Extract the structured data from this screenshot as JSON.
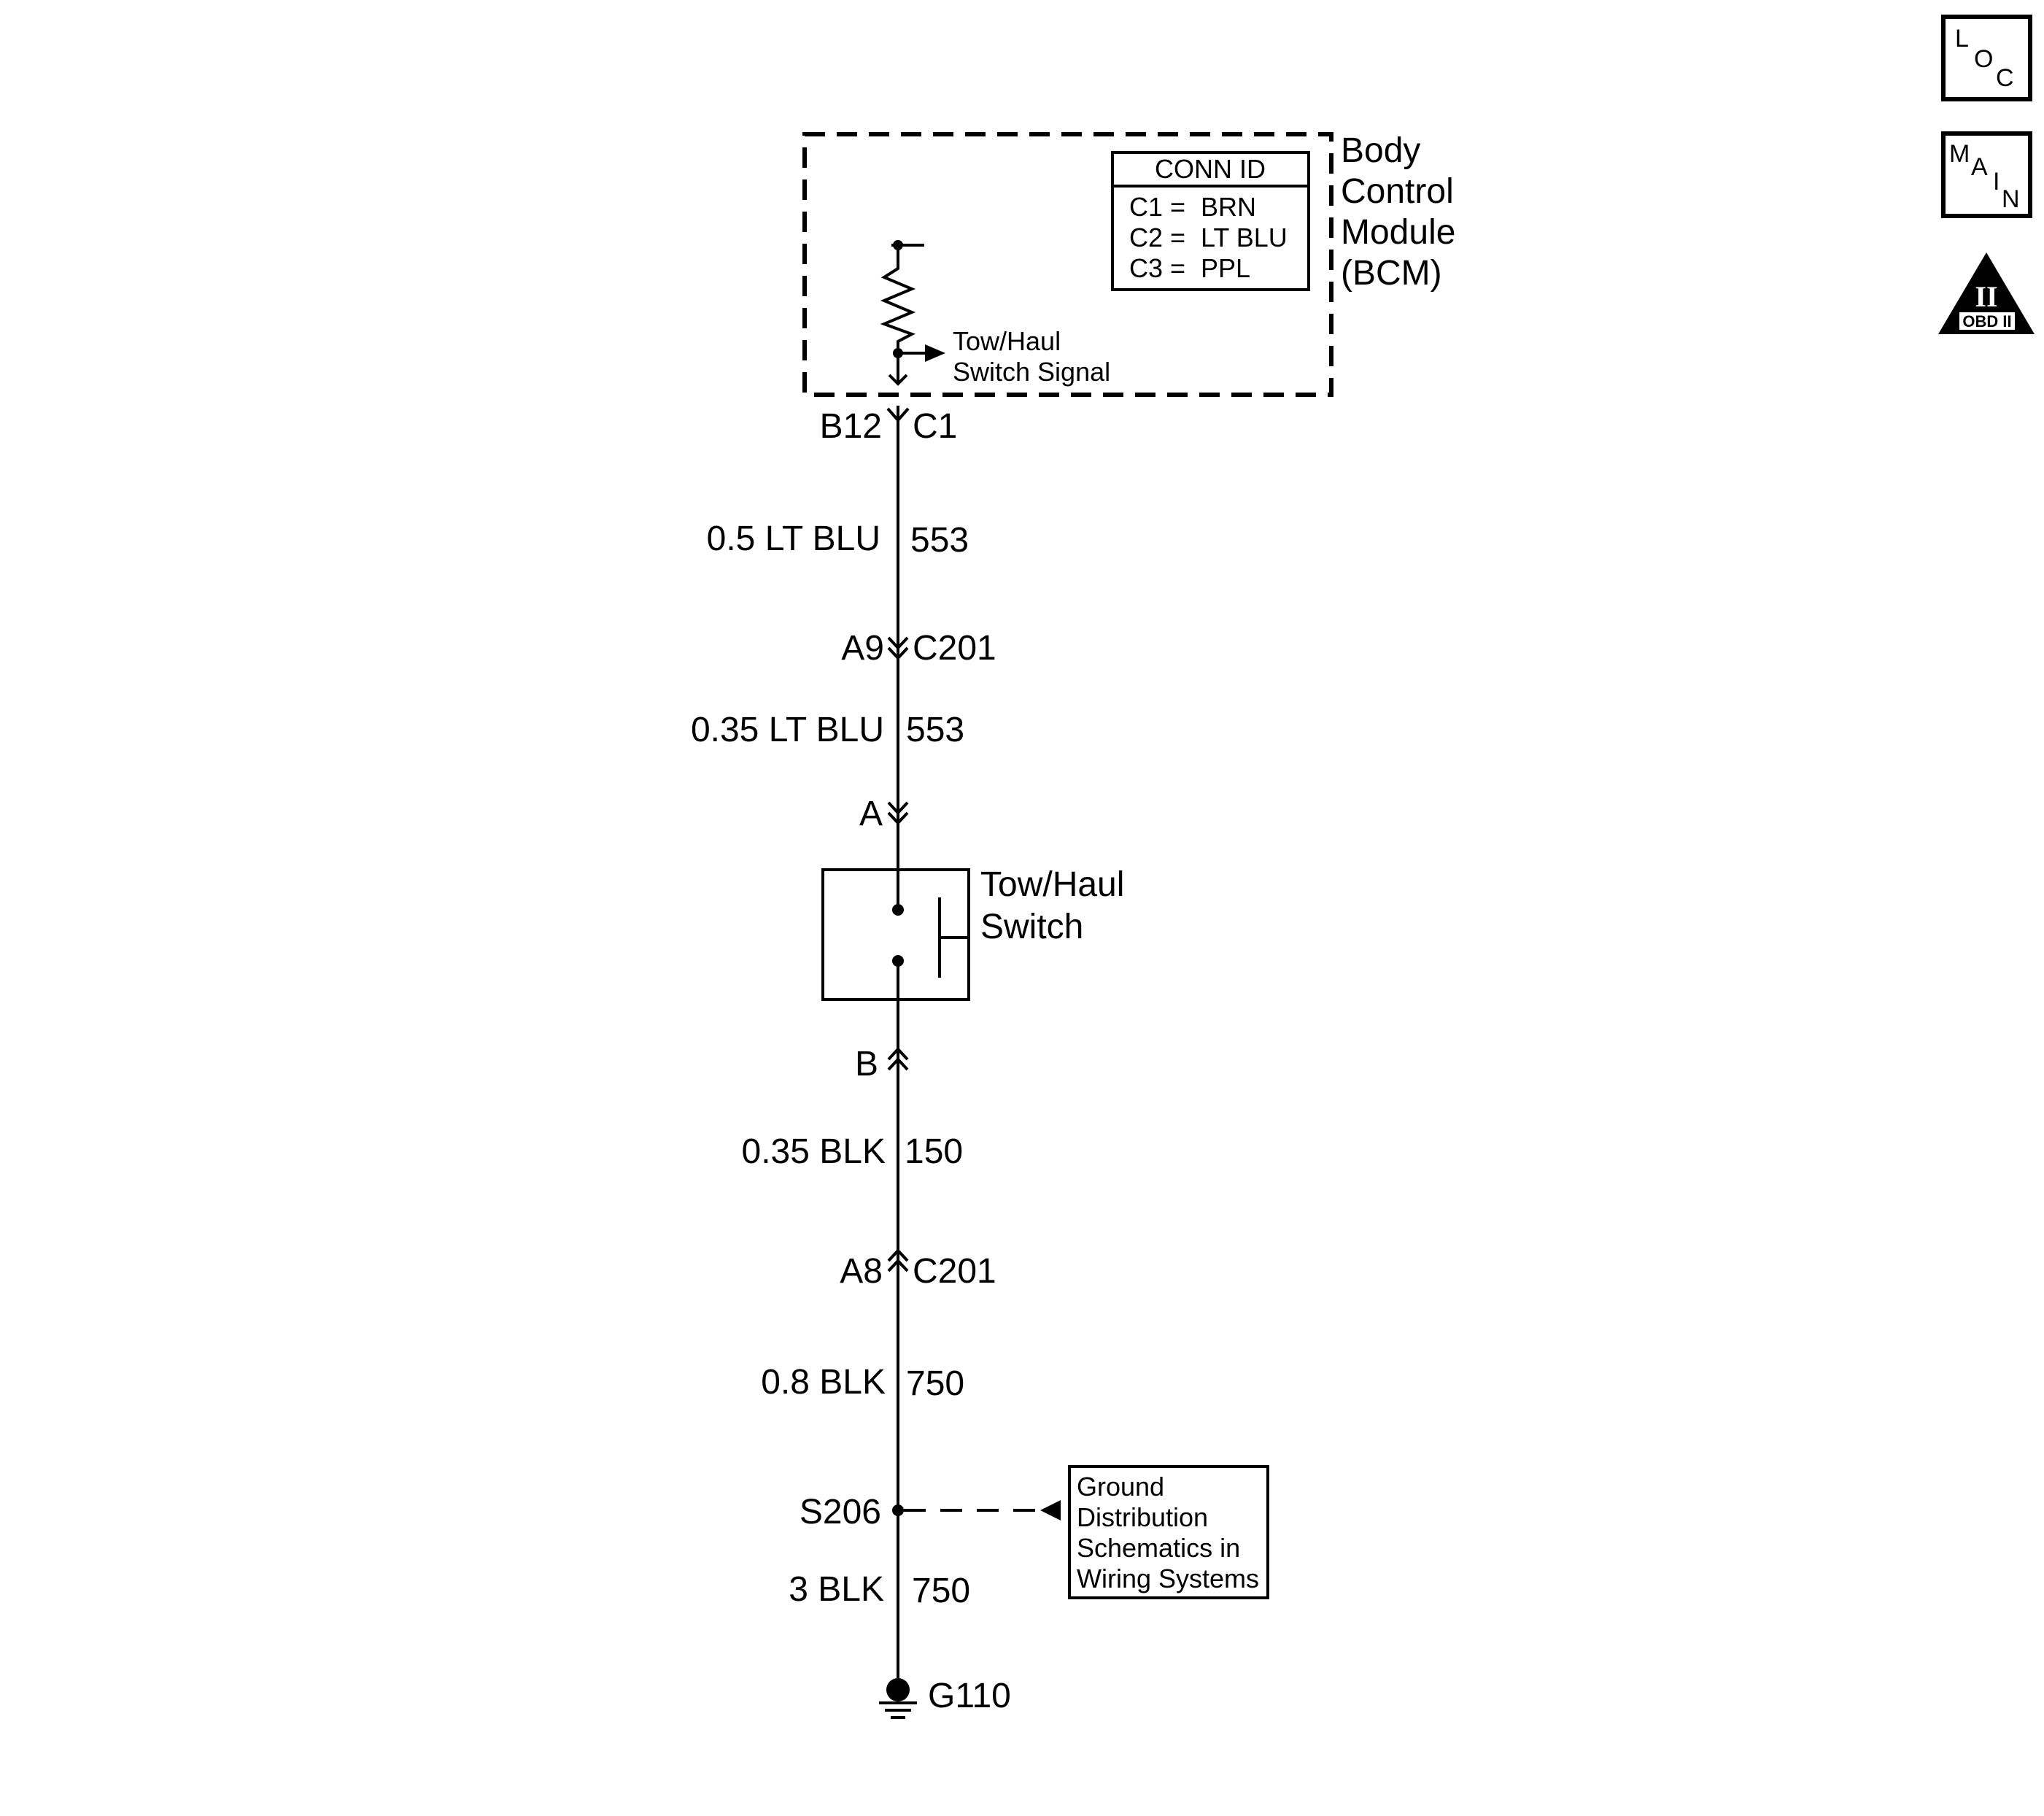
{
  "module": {
    "name_lines": [
      "Body",
      "Control",
      "Module",
      "(BCM)"
    ],
    "signal_lines": [
      "Tow/Haul",
      "Switch Signal"
    ],
    "conn_id": {
      "header": "CONN ID",
      "rows": [
        {
          "pin": "C1",
          "eq": "=",
          "color": "BRN"
        },
        {
          "pin": "C2",
          "eq": "=",
          "color": "LT BLU"
        },
        {
          "pin": "C3",
          "eq": "=",
          "color": "PPL"
        }
      ]
    },
    "connector_pin": "B12",
    "connector_id": "C1"
  },
  "wires": [
    {
      "gauge_color": "0.5 LT BLU",
      "circuit": "553"
    },
    {
      "gauge_color": "0.35 LT BLU",
      "circuit": "553"
    },
    {
      "gauge_color": "0.35 BLK",
      "circuit": "150"
    },
    {
      "gauge_color": "0.8 BLK",
      "circuit": "750"
    },
    {
      "gauge_color": "3 BLK",
      "circuit": "750"
    }
  ],
  "connectors": {
    "c201_a9": {
      "pin": "A9",
      "id": "C201"
    },
    "switch_a": {
      "pin": "A"
    },
    "switch_b": {
      "pin": "B"
    },
    "c201_a8": {
      "pin": "A8",
      "id": "C201"
    }
  },
  "switch": {
    "name_lines": [
      "Tow/Haul",
      "Switch"
    ]
  },
  "splice": {
    "id": "S206"
  },
  "reference_box": {
    "lines": [
      "Ground",
      "Distribution",
      "Schematics in",
      "Wiring Systems"
    ]
  },
  "ground": {
    "id": "G110"
  },
  "nav_icons": {
    "loc": {
      "letters": [
        "L",
        "O",
        "C"
      ]
    },
    "main": {
      "letters": [
        "M",
        "A",
        "I",
        "N"
      ]
    },
    "obd": {
      "numeral": "II",
      "label": "OBD II"
    }
  }
}
